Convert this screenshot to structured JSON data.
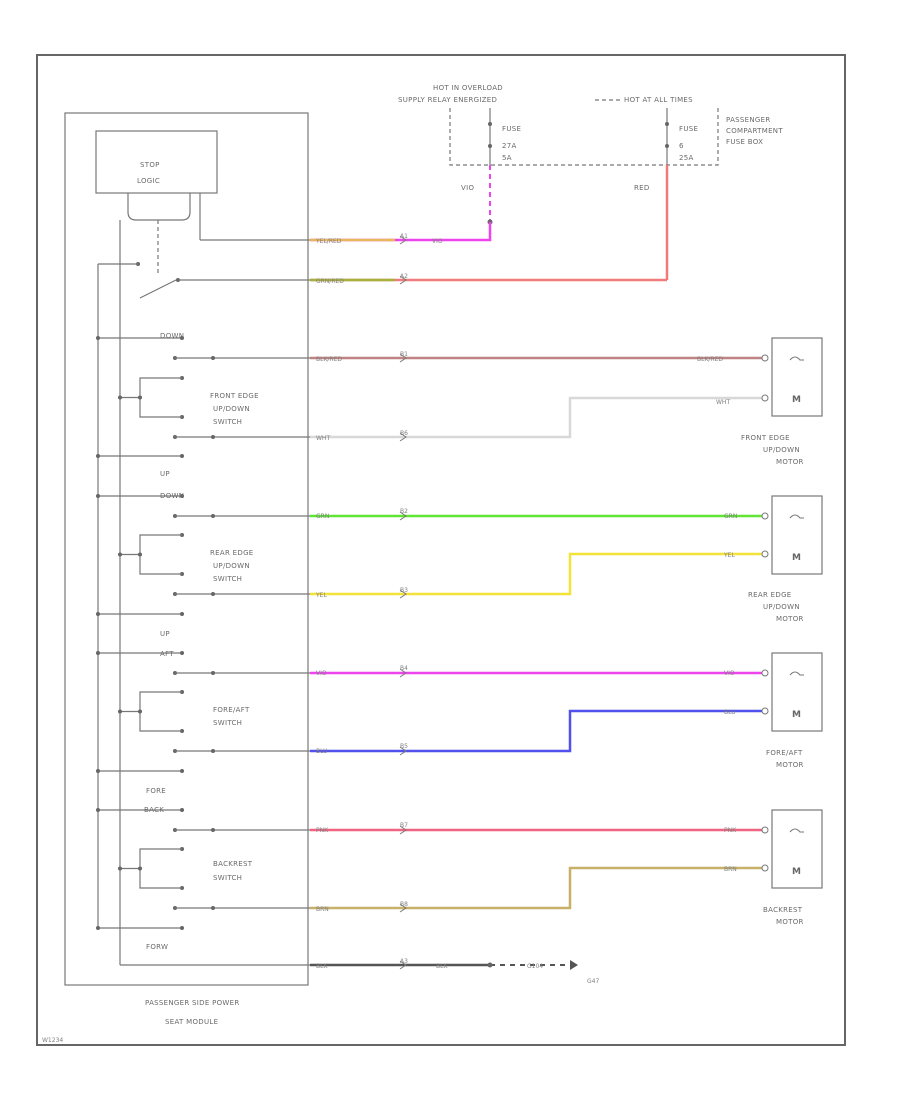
{
  "diagram_id": "W1234",
  "fuse_block": {
    "hot_in_overload": "HOT IN OVERLOAD",
    "supply_relay_energized": "SUPPLY RELAY ENERGIZED",
    "hot_at_all_times": "HOT AT ALL TIMES",
    "fuse1_label": "FUSE",
    "fuse1_id": "27A",
    "fuse1_rating": "5A",
    "fuse2_label": "FUSE",
    "fuse2_id": "6",
    "fuse2_rating": "25A",
    "pcfb_line1": "PASSENGER",
    "pcfb_line2": "COMPARTMENT",
    "pcfb_line3": "FUSE BOX"
  },
  "module": {
    "stop_logic_line1": "STOP",
    "stop_logic_line2": "LOGIC",
    "name_line1": "PASSENGER SIDE POWER",
    "name_line2": "SEAT MODULE"
  },
  "switches": {
    "front_edge": {
      "l1": "FRONT EDGE",
      "l2": "UP/DOWN",
      "l3": "SWITCH",
      "top": "DOWN",
      "bottom": "UP"
    },
    "rear_edge": {
      "l1": "REAR EDGE",
      "l2": "UP/DOWN",
      "l3": "SWITCH",
      "top": "DOWN",
      "bottom": "UP"
    },
    "fore_aft": {
      "l1": "FORE/AFT",
      "l2": "SWITCH",
      "top": "AFT",
      "bottom": "FORE"
    },
    "backrest": {
      "l1": "BACKREST",
      "l2": "SWITCH",
      "top": "BACK",
      "bottom": "FORW"
    }
  },
  "motors": {
    "front_edge": {
      "l1": "FRONT EDGE",
      "l2": "UP/DOWN",
      "l3": "MOTOR"
    },
    "rear_edge": {
      "l1": "REAR EDGE",
      "l2": "UP/DOWN",
      "l3": "MOTOR"
    },
    "fore_aft": {
      "l1": "FORE/AFT",
      "l2": "MOTOR"
    },
    "backrest": {
      "l1": "BACKREST",
      "l2": "MOTOR"
    },
    "motor_symbol": "M"
  },
  "wires": {
    "vio_top": "VIO",
    "red_top": "RED",
    "yel_red": "YEL/RED",
    "vio_conn": "VIO",
    "grn_red": "GRN/RED",
    "blk_red_left": "BLK/RED",
    "blk_red_right": "BLK/RED",
    "wht_left": "WHT",
    "wht_right": "WHT",
    "grn_left": "GRN",
    "grn_right": "GRN",
    "yel_left": "YEL",
    "yel_right": "YEL",
    "vio_left": "VIO",
    "vio_right": "VIO",
    "blu_left": "BLU",
    "blu_right": "BLU",
    "pnk_left": "PNK",
    "pnk_right": "PNK",
    "brn_left": "BRN",
    "brn_right": "BRN",
    "gnd_blk1": "BLK",
    "gnd_blk2": "BLK",
    "gnd_g": "G104",
    "gnd_label": "G47"
  },
  "connectors": {
    "c1": "A1",
    "c2": "A2",
    "c3": "B1",
    "c4": "B6",
    "c5": "B2",
    "c6": "B3",
    "c7": "B4",
    "c8": "B5",
    "c9": "B7",
    "c10": "B8",
    "c11": "A3"
  },
  "colors": {
    "yellow": "#f2e23a",
    "violet": "#ee44ee",
    "red": "#f07a7a",
    "green": "#5ee632",
    "grn_red": "#a8b23a",
    "blk_red": "#c08282",
    "white": "#d8d8d8",
    "blue": "#5050ee",
    "pink": "#f06482",
    "brown": "#c8b068",
    "black": "#555555",
    "yel_red": "#e8b75a"
  }
}
